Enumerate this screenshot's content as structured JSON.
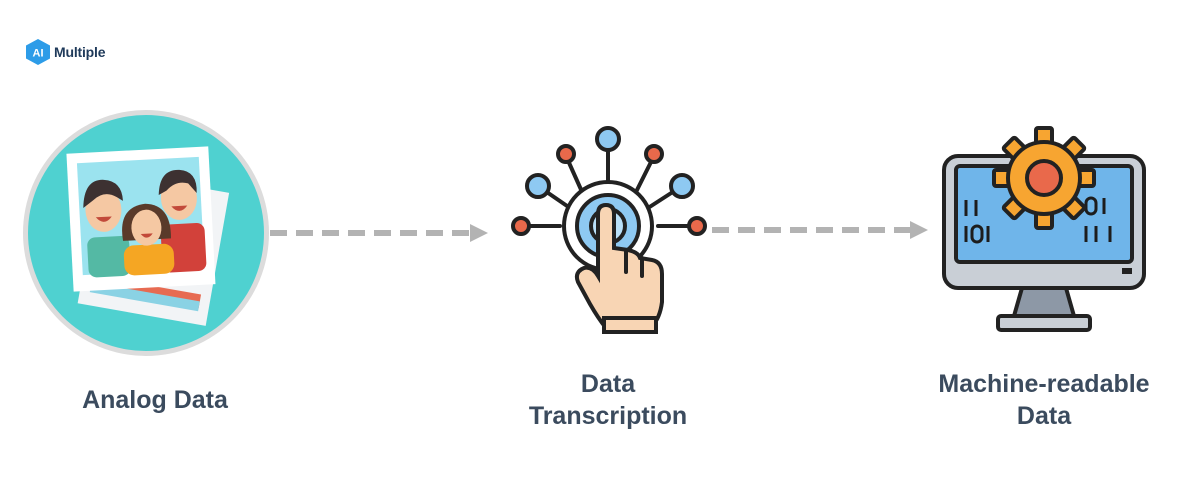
{
  "brand": {
    "logo_mark": "AI",
    "logo_name": "Multiple"
  },
  "steps": [
    {
      "line1": "Analog Data",
      "line2": "",
      "icon": "family-photos-icon"
    },
    {
      "line1": "Data",
      "line2": "Transcription",
      "icon": "touch-network-icon"
    },
    {
      "line1": "Machine-readable",
      "line2": "Data",
      "icon": "computer-gear-icon"
    }
  ],
  "colors": {
    "teal_circle": "#4fd1d0",
    "circle_ring": "#dcdcdc",
    "arrow": "#b3b3b3",
    "label": "#3b4b5e",
    "gear_orange": "#f7a531",
    "node_red": "#e9694b",
    "node_blue": "#8ec9f2",
    "screen_blue": "#6fb5ea",
    "logo_blue": "#2d9ce8"
  }
}
